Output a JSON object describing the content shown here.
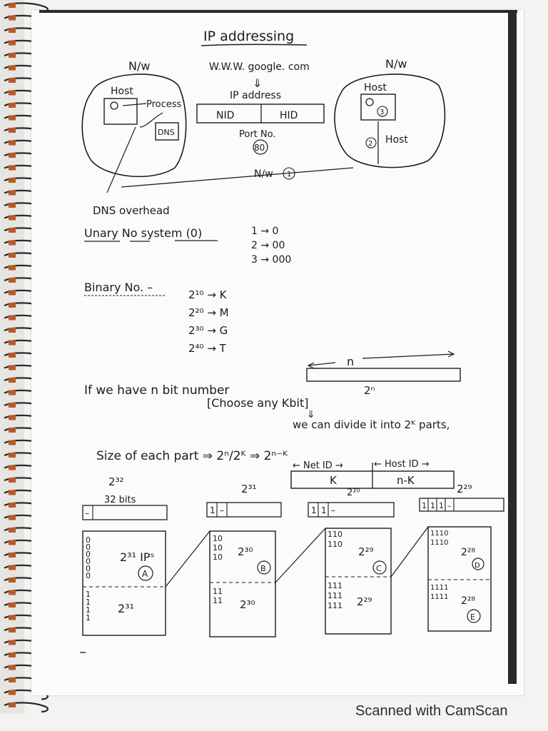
{
  "title": "IP addressing",
  "network": {
    "left_label": "N/w",
    "right_label": "N/w",
    "left_host": "Host",
    "process": "Process",
    "dns": "DNS",
    "right_host": "Host",
    "right_circle_num": "3",
    "right_circle_num2": "2",
    "right_host_label": "Host",
    "url": "W.W.W. google. com",
    "arrow_down": "⇓",
    "ip_address": "IP address",
    "nid": "NID",
    "hid": "HID",
    "port_no": "Port No.",
    "port_circle": "80",
    "nw_link": "N/w",
    "nw_link_circle": "1",
    "dns_overhead": "DNS overhead"
  },
  "unary": {
    "heading": "Unary No system (0)",
    "rows": [
      "1 → 0",
      "2 → 00",
      "3 → 000"
    ]
  },
  "binary": {
    "heading": "Binary No. –",
    "rows": [
      "2¹⁰ → K",
      "2²⁰ → M",
      "2³⁰ → G",
      "2⁴⁰ → T"
    ]
  },
  "nbit": {
    "line1": "If we have n bit number",
    "n_label": "n",
    "choose": "[Choose any Kbit]",
    "two_n": "2ⁿ",
    "arrow": "⇓",
    "divide": "we can divide it into 2ᴷ parts,",
    "size": "Size of each part ⇒ 2ⁿ/2ᴷ ⇒ 2ⁿ⁻ᴷ",
    "net_id": "← Net ID →",
    "host_id": "← Host ID →",
    "k": "K",
    "n_minus_k": "n-K"
  },
  "blocks": {
    "a_top": "2³²",
    "a_bits": "32 bits",
    "a_bar": "–",
    "b_top": "2³¹",
    "b_bar": [
      "1",
      "–"
    ],
    "c_top": "2²⁰",
    "c_bar": [
      "1",
      "1",
      "–"
    ],
    "d_top": "2²⁹",
    "d_bar": [
      "1",
      "1",
      "1",
      "–"
    ],
    "col_a": {
      "bits_top": [
        "0",
        "0",
        "0",
        "0",
        "0",
        "0"
      ],
      "upper": "2³¹ IPˢ",
      "upper_circle": "A",
      "bits_bottom": [
        "1",
        "1",
        "1",
        "1"
      ],
      "lower": "2³¹"
    },
    "col_b": {
      "bits_top": [
        "10",
        "10",
        "10"
      ],
      "upper": "2³⁰",
      "upper_circle": "B",
      "bits_bottom": [
        "11",
        "11"
      ],
      "lower": "2³⁰"
    },
    "col_c": {
      "bits_top": [
        "110",
        "110"
      ],
      "upper": "2²⁹",
      "upper_circle": "C",
      "bits_bottom": [
        "111",
        "111",
        "111"
      ],
      "lower": "2²⁹"
    },
    "col_d": {
      "bits_top": [
        "1110",
        "1110"
      ],
      "upper": "2²⁸",
      "upper_circle": "D",
      "bits_bottom": [
        "1111",
        "1111"
      ],
      "lower": "2²⁸",
      "lower_circle": "E"
    }
  },
  "footer": "Scanned with CamScan"
}
